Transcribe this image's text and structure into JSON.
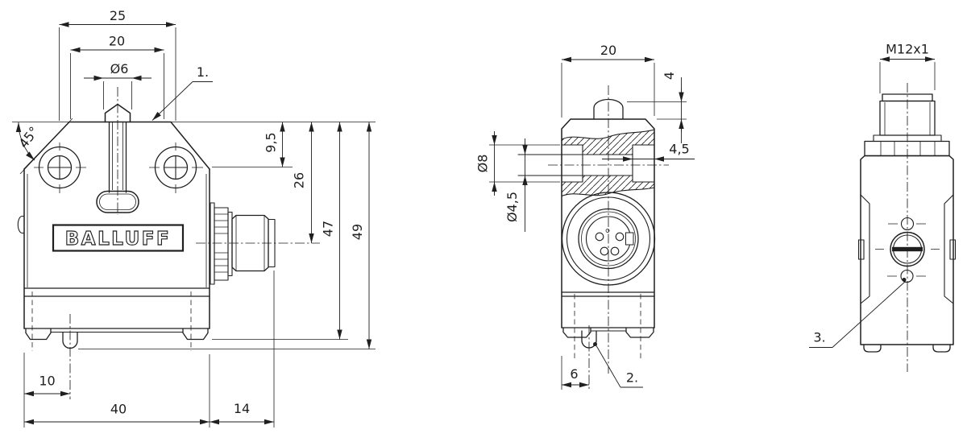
{
  "drawing": {
    "background": "#ffffff",
    "ink_color": "#1f1f1f",
    "logo": "BALLUFF",
    "front_view": {
      "dim_hole_spacing": "25",
      "dim_top_width": "20",
      "dim_plunger_dia": "Ø6",
      "callout_plunger": "1.",
      "dim_chamfer_angle": "45°",
      "dim_screw_axis_depth": "9,5",
      "dim_connector_axis_height": "26",
      "dim_body_height": "47",
      "dim_total_height": "49",
      "dim_ball_offset": "10",
      "dim_body_width": "40",
      "dim_connector_length": "14"
    },
    "side_view": {
      "dim_depth": "20",
      "dim_plunger_height": "4",
      "dim_counterbore_dia": "Ø8",
      "dim_counterbore_depth": "4,5",
      "dim_hole_dia": "Ø4,5",
      "dim_ball_offset": "6",
      "callout_ball": "2."
    },
    "back_view": {
      "dim_thread": "M12x1",
      "callout_indicator": "3."
    }
  }
}
